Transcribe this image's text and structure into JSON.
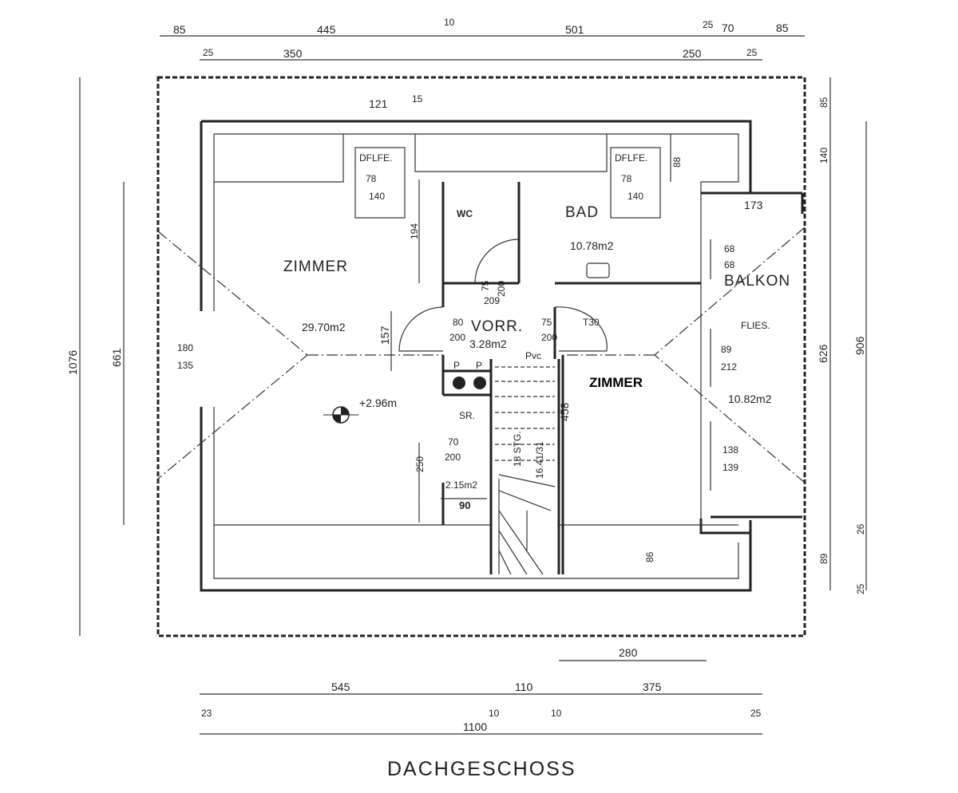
{
  "title": "DACHGESCHOSS",
  "rooms": {
    "zimmer_left": {
      "name": "ZIMMER",
      "area": "29.70m2",
      "level": "+2.96m"
    },
    "wc": {
      "name": "WC"
    },
    "bad": {
      "name": "BAD",
      "area": "10.78m2"
    },
    "vorr": {
      "name": "VORR.",
      "area": "3.28m2"
    },
    "zimmer_right": {
      "name": "ZIMMER",
      "area": "10.82m2"
    },
    "balkon": {
      "name": "BALKON",
      "floor": "FLIES."
    },
    "sr": {
      "name": "SR.",
      "area": "2.15m2"
    }
  },
  "skylights": [
    {
      "label": "DFLFE.",
      "w": "78",
      "h": "140"
    },
    {
      "label": "DFLFE.",
      "w": "78",
      "h": "140"
    }
  ],
  "stair": {
    "steps": "18 STG.",
    "rise": "16.41/31",
    "floor": "Pvc"
  },
  "doors": [
    {
      "w": "80",
      "h": "200"
    },
    {
      "w": "75",
      "h": "200",
      "note": "T30"
    },
    {
      "w": "75",
      "h": "200"
    },
    {
      "w": "70",
      "h": "200"
    },
    {
      "w": "89",
      "h": "212"
    },
    {
      "w": "138",
      "h": "139"
    },
    {
      "w": "180",
      "h": "135"
    }
  ],
  "chimney_labels": [
    "P",
    "P"
  ],
  "dims_top_1": [
    "85",
    "445",
    "10",
    "501",
    "25",
    "70",
    "85"
  ],
  "dims_top_2": [
    "25",
    "350",
    "250",
    "25"
  ],
  "dims_inner_top": [
    "121",
    "15",
    "88",
    "173",
    "68",
    "68"
  ],
  "dims_bottom_1": [
    "280"
  ],
  "dims_bottom_2": [
    "545",
    "110",
    "375"
  ],
  "dims_bottom_3": [
    "23",
    "10",
    "10",
    "25"
  ],
  "dims_bottom_total": "1100",
  "dims_left": [
    "1076",
    "661",
    "157",
    "194",
    "250",
    "209",
    "90"
  ],
  "dims_right": [
    "85",
    "140",
    "626",
    "906",
    "26",
    "89",
    "25",
    "458",
    "86"
  ]
}
